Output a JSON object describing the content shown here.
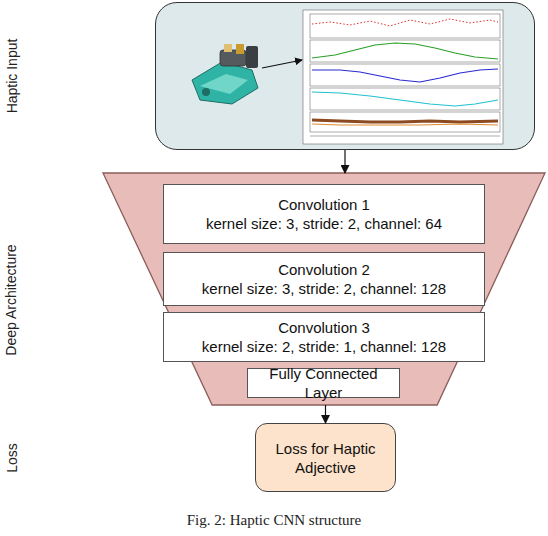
{
  "diagram": {
    "caption": "Fig. 2: Haptic CNN structure",
    "nodes": [
      {
        "text": [
          "Haptic Input"
        ]
      },
      {
        "text": [
          "Deep Architecture"
        ]
      },
      {
        "text": [
          "Convolution 1",
          "kernel size: 3, stride: 2, channel: 64"
        ],
        "in": 1
      },
      {
        "text": [
          "Convolution 2",
          "kernel size: 3, stride: 2, channel: 128"
        ],
        "in": 1
      },
      {
        "text": [
          "Convolution 3",
          "kernel size: 2, stride: 1, channel: 128"
        ],
        "in": 1
      },
      {
        "text": [
          "Fully Connected Layer"
        ],
        "in": 1
      },
      {
        "text": [
          "Loss",
          "Loss for Haptic Adjective"
        ]
      }
    ],
    "edges": [
      {
        "from": 0,
        "to": 1,
        "arrow": "to"
      },
      {
        "from": 1,
        "to": 6,
        "arrow": "to"
      }
    ]
  }
}
